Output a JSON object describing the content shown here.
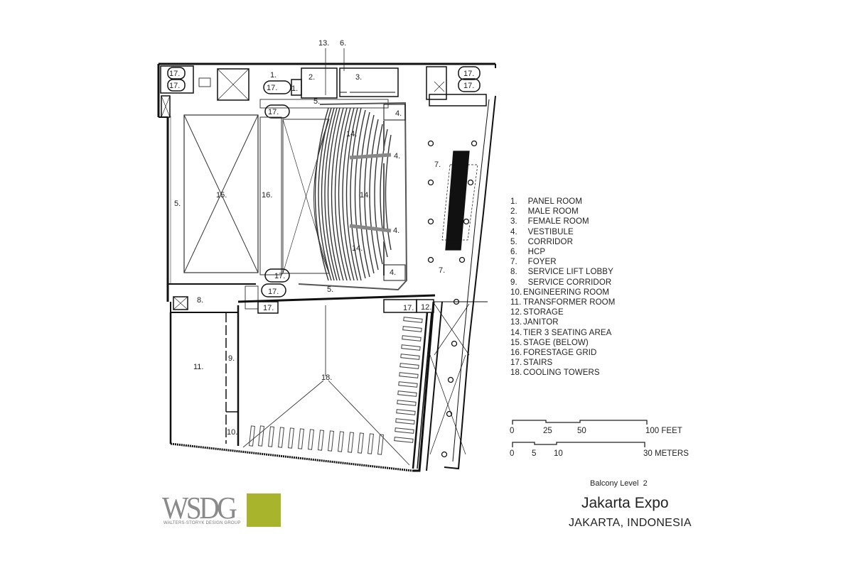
{
  "drawing": {
    "title": "Jakarta Expo",
    "location": "JAKARTA, INDONESIA",
    "level": "Balcony Level  2"
  },
  "logo": {
    "mark": "WSDG",
    "full_name": "WALTERS-STORYK DESIGN GROUP",
    "accent_color": "#a8b52c",
    "text_color": "#8a8a8a"
  },
  "legend": [
    {
      "num": "1.",
      "label": "PANEL ROOM"
    },
    {
      "num": "2.",
      "label": "MALE ROOM"
    },
    {
      "num": "3.",
      "label": "FEMALE ROOM"
    },
    {
      "num": "4.",
      "label": "VESTIBULE"
    },
    {
      "num": "5.",
      "label": "CORRIDOR"
    },
    {
      "num": "6.",
      "label": "HCP"
    },
    {
      "num": "7.",
      "label": "FOYER"
    },
    {
      "num": "8.",
      "label": "SERVICE LIFT LOBBY"
    },
    {
      "num": "9.",
      "label": "SERVICE CORRIDOR"
    },
    {
      "num": "10.",
      "label": "ENGINEERING ROOM"
    },
    {
      "num": "11.",
      "label": "TRANSFORMER ROOM"
    },
    {
      "num": "12.",
      "label": "STORAGE"
    },
    {
      "num": "13.",
      "label": "JANITOR"
    },
    {
      "num": "14.",
      "label": "TIER 3 SEATING AREA"
    },
    {
      "num": "15.",
      "label": "STAGE (BELOW)"
    },
    {
      "num": "16.",
      "label": "FORESTAGE GRID"
    },
    {
      "num": "17.",
      "label": "STAIRS"
    },
    {
      "num": "18.",
      "label": "COOLING TOWERS"
    }
  ],
  "scale_bars": {
    "feet": {
      "ticks": [
        "0",
        "25",
        "50"
      ],
      "end": "100 FEET"
    },
    "meters": {
      "ticks": [
        "0",
        "5",
        "10"
      ],
      "end": "30 METERS"
    }
  },
  "plan_labels": {
    "l1a": "1.",
    "l1b": "1.",
    "l2": "2.",
    "l3": "3.",
    "l4a": "4.",
    "l4b": "4.",
    "l4c": "4.",
    "l4d": "4.",
    "l5a": "5.",
    "l5b": "5.",
    "l5c": "5.",
    "l6": "6.",
    "l7a": "7.",
    "l7b": "7.",
    "l8": "8.",
    "l9": "9.",
    "l10": "10.",
    "l11": "11.",
    "l12": "12.",
    "l13": "13.",
    "l14a": "14.",
    "l14b": "14.",
    "l14c": "14.",
    "l15": "15.",
    "l16": "16.",
    "l17": "17.",
    "l18": "18."
  }
}
